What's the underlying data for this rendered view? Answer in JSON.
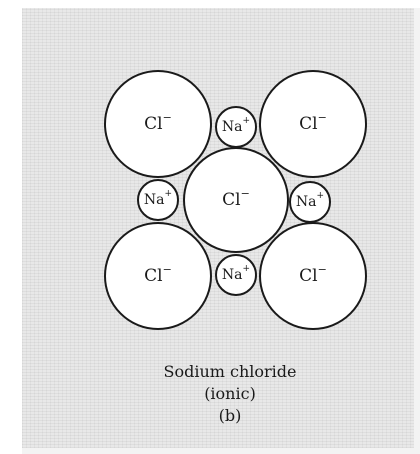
{
  "ions": {
    "chloride_tl": {
      "base": "Cl",
      "charge": "−"
    },
    "chloride_tr": {
      "base": "Cl",
      "charge": "−"
    },
    "chloride_center": {
      "base": "Cl",
      "charge": "−"
    },
    "chloride_bl": {
      "base": "Cl",
      "charge": "−"
    },
    "chloride_br": {
      "base": "Cl",
      "charge": "−"
    },
    "sodium_top": {
      "base": "Na",
      "charge": "+"
    },
    "sodium_left": {
      "base": "Na",
      "charge": "+"
    },
    "sodium_right": {
      "base": "Na",
      "charge": "+"
    },
    "sodium_bottom": {
      "base": "Na",
      "charge": "+"
    }
  },
  "caption": {
    "title": "Sodium chloride",
    "subtitle": "(ionic)",
    "panel": "(b)"
  },
  "colors": {
    "ink": "#1a1a1a",
    "ion_fill": "#ffffff"
  }
}
